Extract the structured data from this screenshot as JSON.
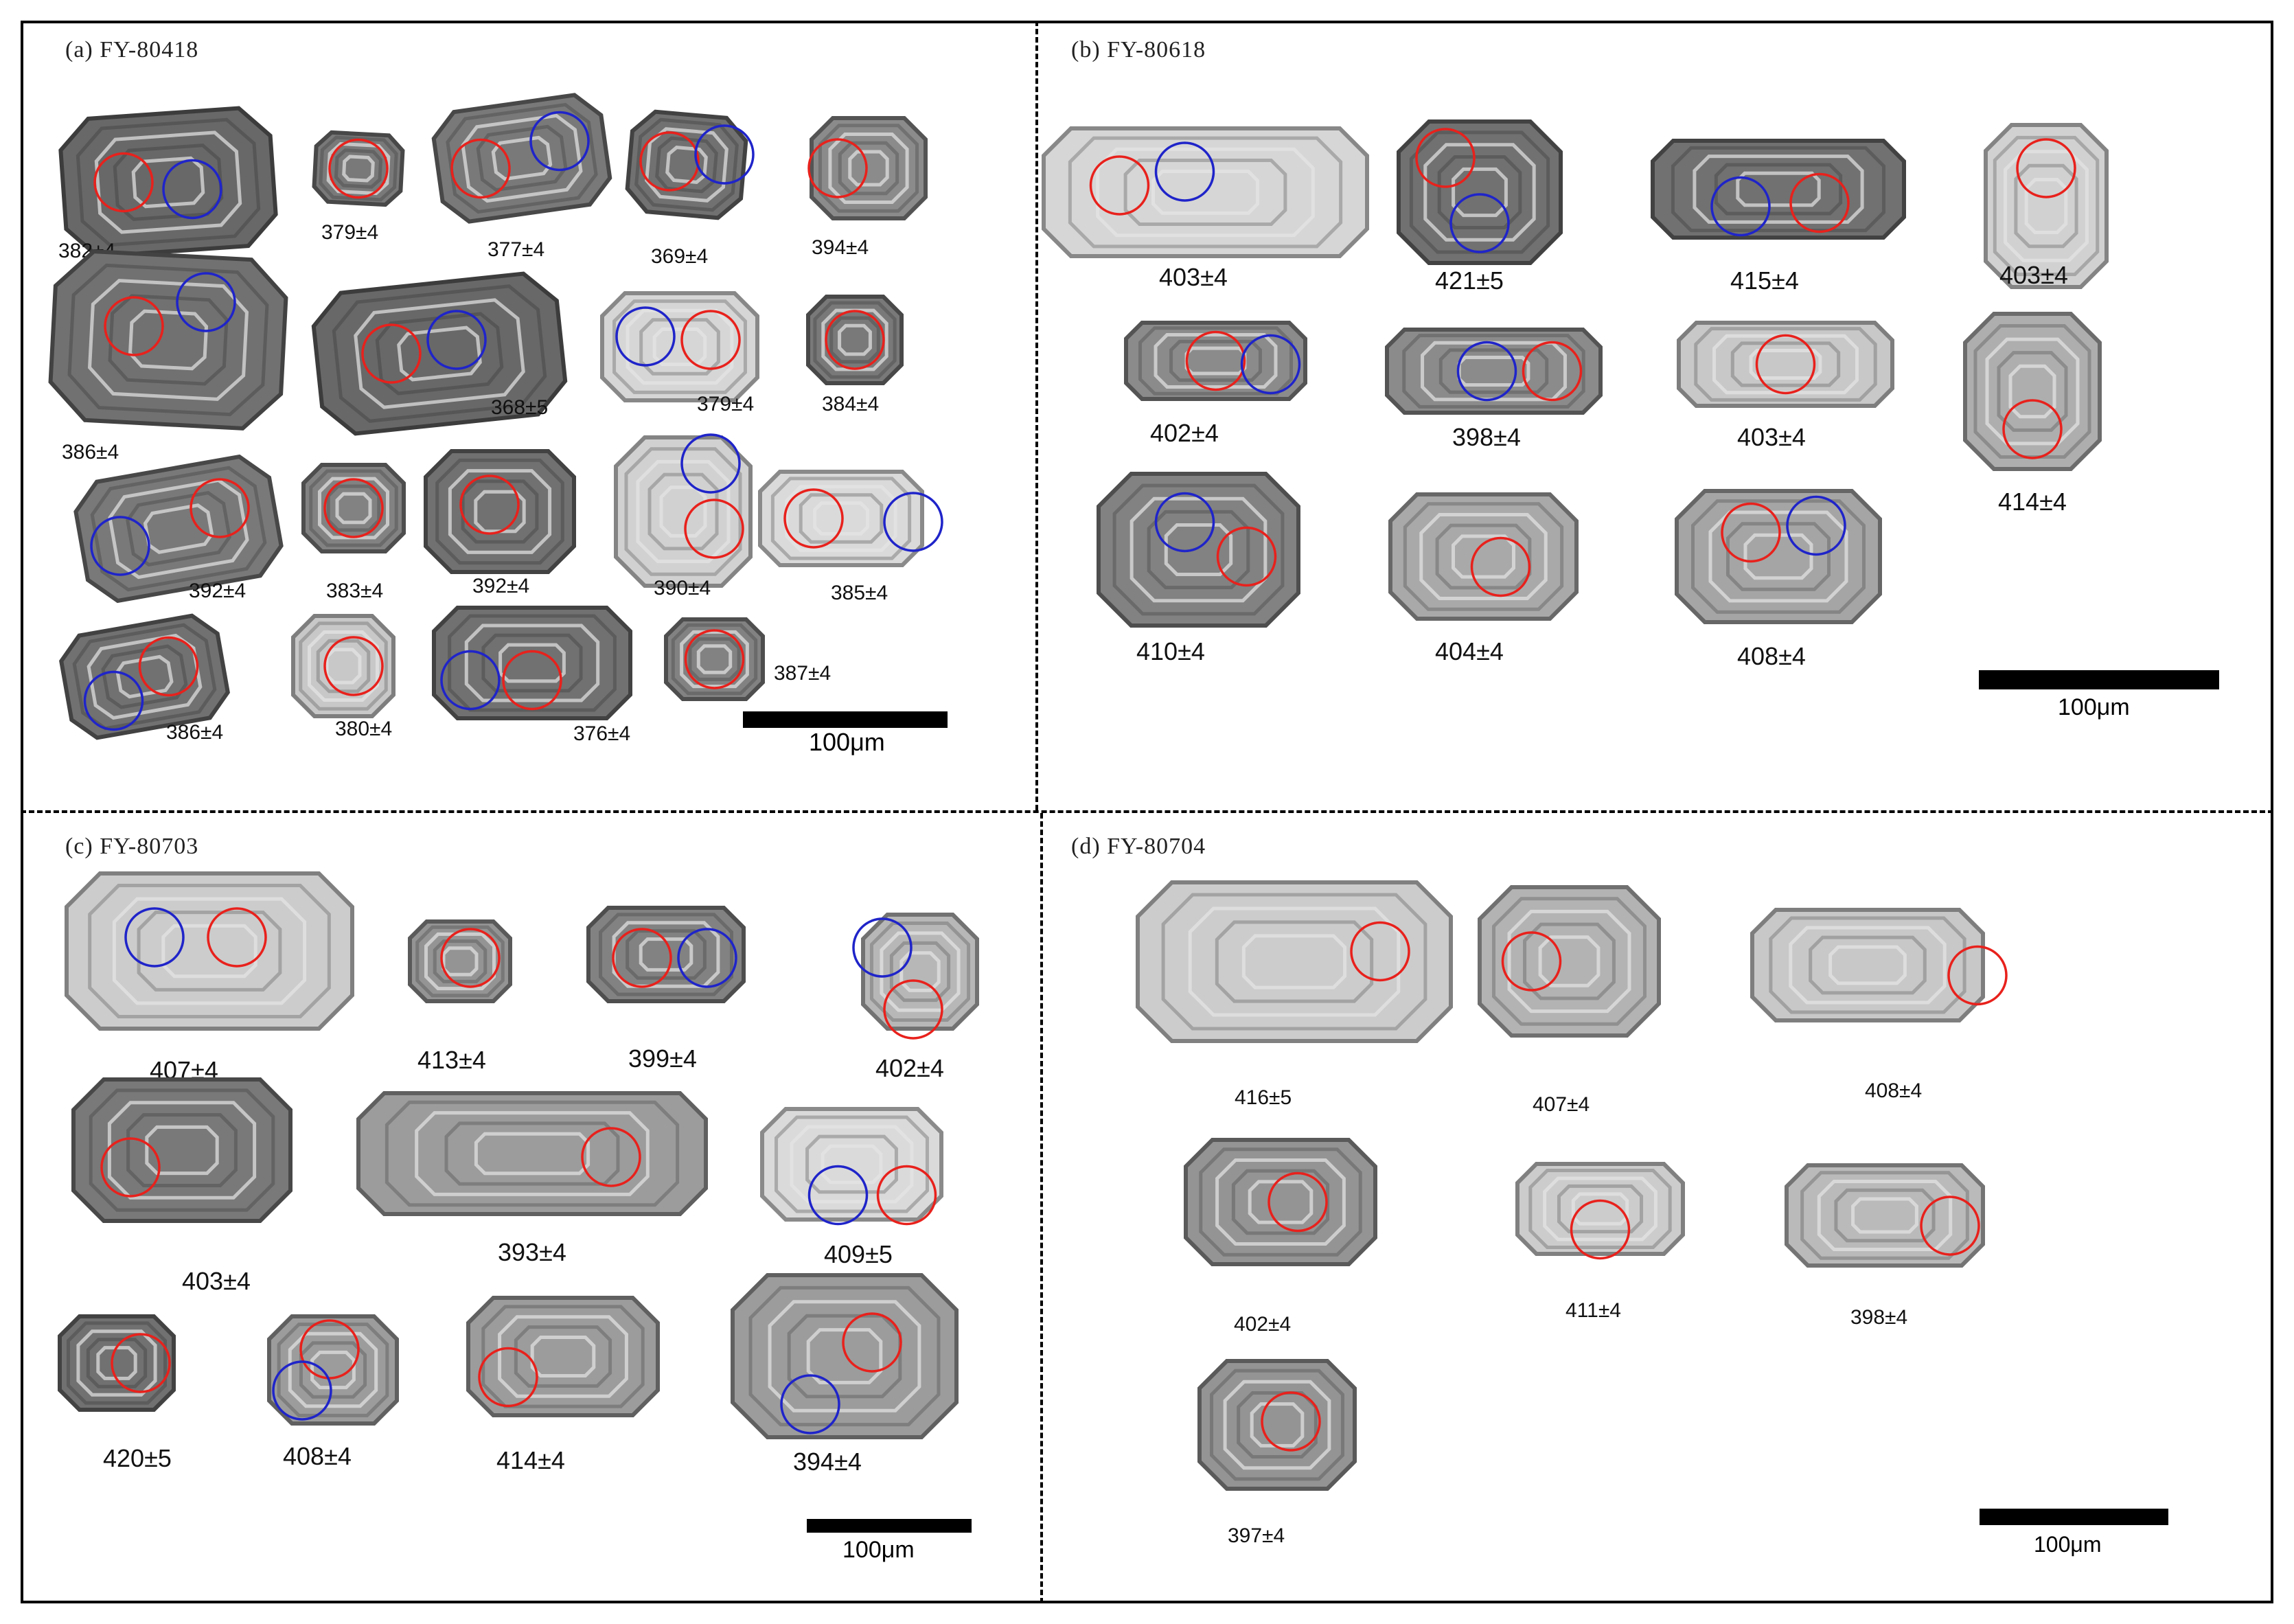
{
  "panels": [
    {
      "title": "(a) FY-80418",
      "ages": [
        "382±4",
        "379±4",
        "377±4",
        "369±4",
        "394±4",
        "386±4",
        "368±5",
        "379±4",
        "384±4",
        "392±4",
        "383±4",
        "392±4",
        "390±4",
        "385±4",
        "386±4",
        "380±4",
        "376±4",
        "387±4"
      ],
      "scale_label": "100μm"
    },
    {
      "title": "(b) FY-80618",
      "ages": [
        "403±4",
        "421±5",
        "415±4",
        "403±4",
        "402±4",
        "398±4",
        "403±4",
        "414±4",
        "410±4",
        "404±4",
        "408±4"
      ],
      "scale_label": "100μm"
    },
    {
      "title": "(c) FY-80703",
      "ages": [
        "407±4",
        "413±4",
        "399±4",
        "402±4",
        "403±4",
        "393±4",
        "409±5",
        "420±5",
        "408±4",
        "414±4",
        "394±4"
      ],
      "scale_label": "100μm"
    },
    {
      "title": "(d) FY-80704",
      "ages": [
        "416±5",
        "407±4",
        "408±4",
        "402±4",
        "411±4",
        "398±4",
        "397±4"
      ],
      "scale_label": "100μm"
    }
  ],
  "colors": {
    "u_pb_spot": "#e8211c",
    "hf_spot": "#1f24c9",
    "grain_dark": "#5a5a5a",
    "grain_light": "#d6d6d6"
  }
}
